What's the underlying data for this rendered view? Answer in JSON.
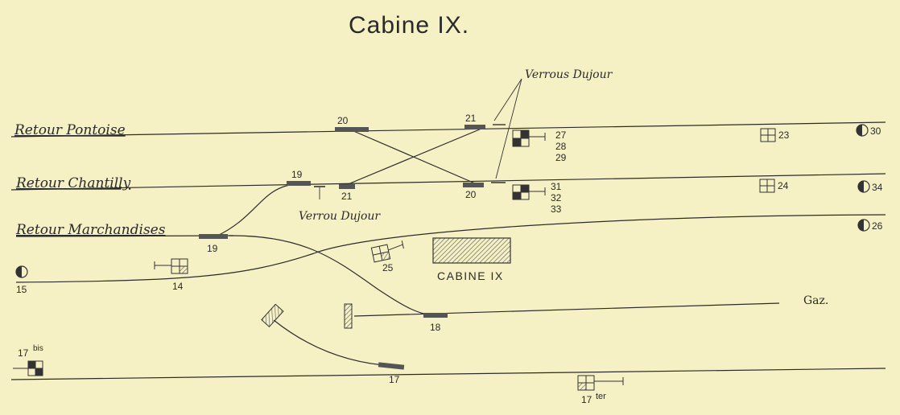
{
  "title": "Cabine IX.",
  "tracks": {
    "retour_pontoise": "Retour Pontoise",
    "retour_chantilly": "Retour Chantilly",
    "retour_marchandises": "Retour Marchandises"
  },
  "annotations": {
    "verrous_dujour": "Verrous Dujour",
    "verrou_dujour": "Verrou Dujour",
    "cabine_label": "CABINE IX",
    "gaz": "Gaz."
  },
  "switches": {
    "s20_top": "20",
    "s21_top": "21",
    "s19": "19",
    "s21_mid": "21",
    "s20_mid": "20",
    "s19_low": "19",
    "s18": "18",
    "s17": "17"
  },
  "signals": {
    "g27": [
      "27",
      "28",
      "29"
    ],
    "g31": [
      "31",
      "32",
      "33"
    ],
    "s23": "23",
    "s24": "24",
    "s30": "30",
    "s34": "34",
    "s26": "26",
    "s25": "25",
    "s14": "14",
    "s15": "15",
    "s17bis_num": "17",
    "s17bis_sup": "bis",
    "s17ter_num": "17",
    "s17ter_sup": "ter"
  }
}
